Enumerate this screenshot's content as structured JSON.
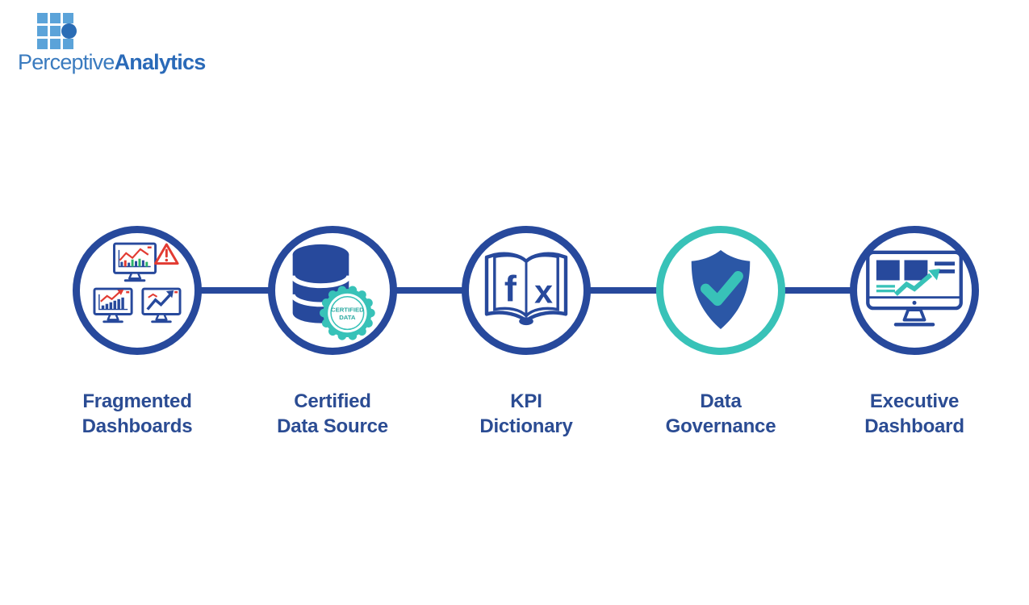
{
  "logo": {
    "icon": "perceptive-analytics-grid-logo-icon",
    "brand_regular": "Perceptive",
    "brand_bold": "Analytics"
  },
  "flow": {
    "steps": [
      {
        "id": "fragmented-dashboards",
        "icon": "fragmented-dashboards-monitors-icon",
        "label_line1": "Fragmented",
        "label_line2": "Dashboards"
      },
      {
        "id": "certified-data-source",
        "icon": "certified-database-icon",
        "label_line1": "Certified",
        "label_line2": "Data Source",
        "badge_line1": "CERTIFIED",
        "badge_line2": "DATA"
      },
      {
        "id": "kpi-dictionary",
        "icon": "kpi-formula-book-icon",
        "label_line1": "KPI",
        "label_line2": "Dictionary",
        "letter_left": "f",
        "letter_right": "x"
      },
      {
        "id": "data-governance",
        "icon": "governance-shield-check-icon",
        "label_line1": "Data",
        "label_line2": "Governance"
      },
      {
        "id": "executive-dashboard",
        "icon": "executive-dashboard-monitor-icon",
        "label_line1": "Executive",
        "label_line2": "Dashboard"
      }
    ]
  },
  "colors": {
    "navy": "#27499c",
    "teal": "#38c2b8",
    "label_text": "#2b4c93",
    "shield_blue": "#2b57a6",
    "alert_red": "#e23b32",
    "chart_green": "#2db36b",
    "logo_light_blue": "#5ba3d9",
    "logo_dark_blue": "#2a6cb5",
    "background": "#ffffff"
  }
}
